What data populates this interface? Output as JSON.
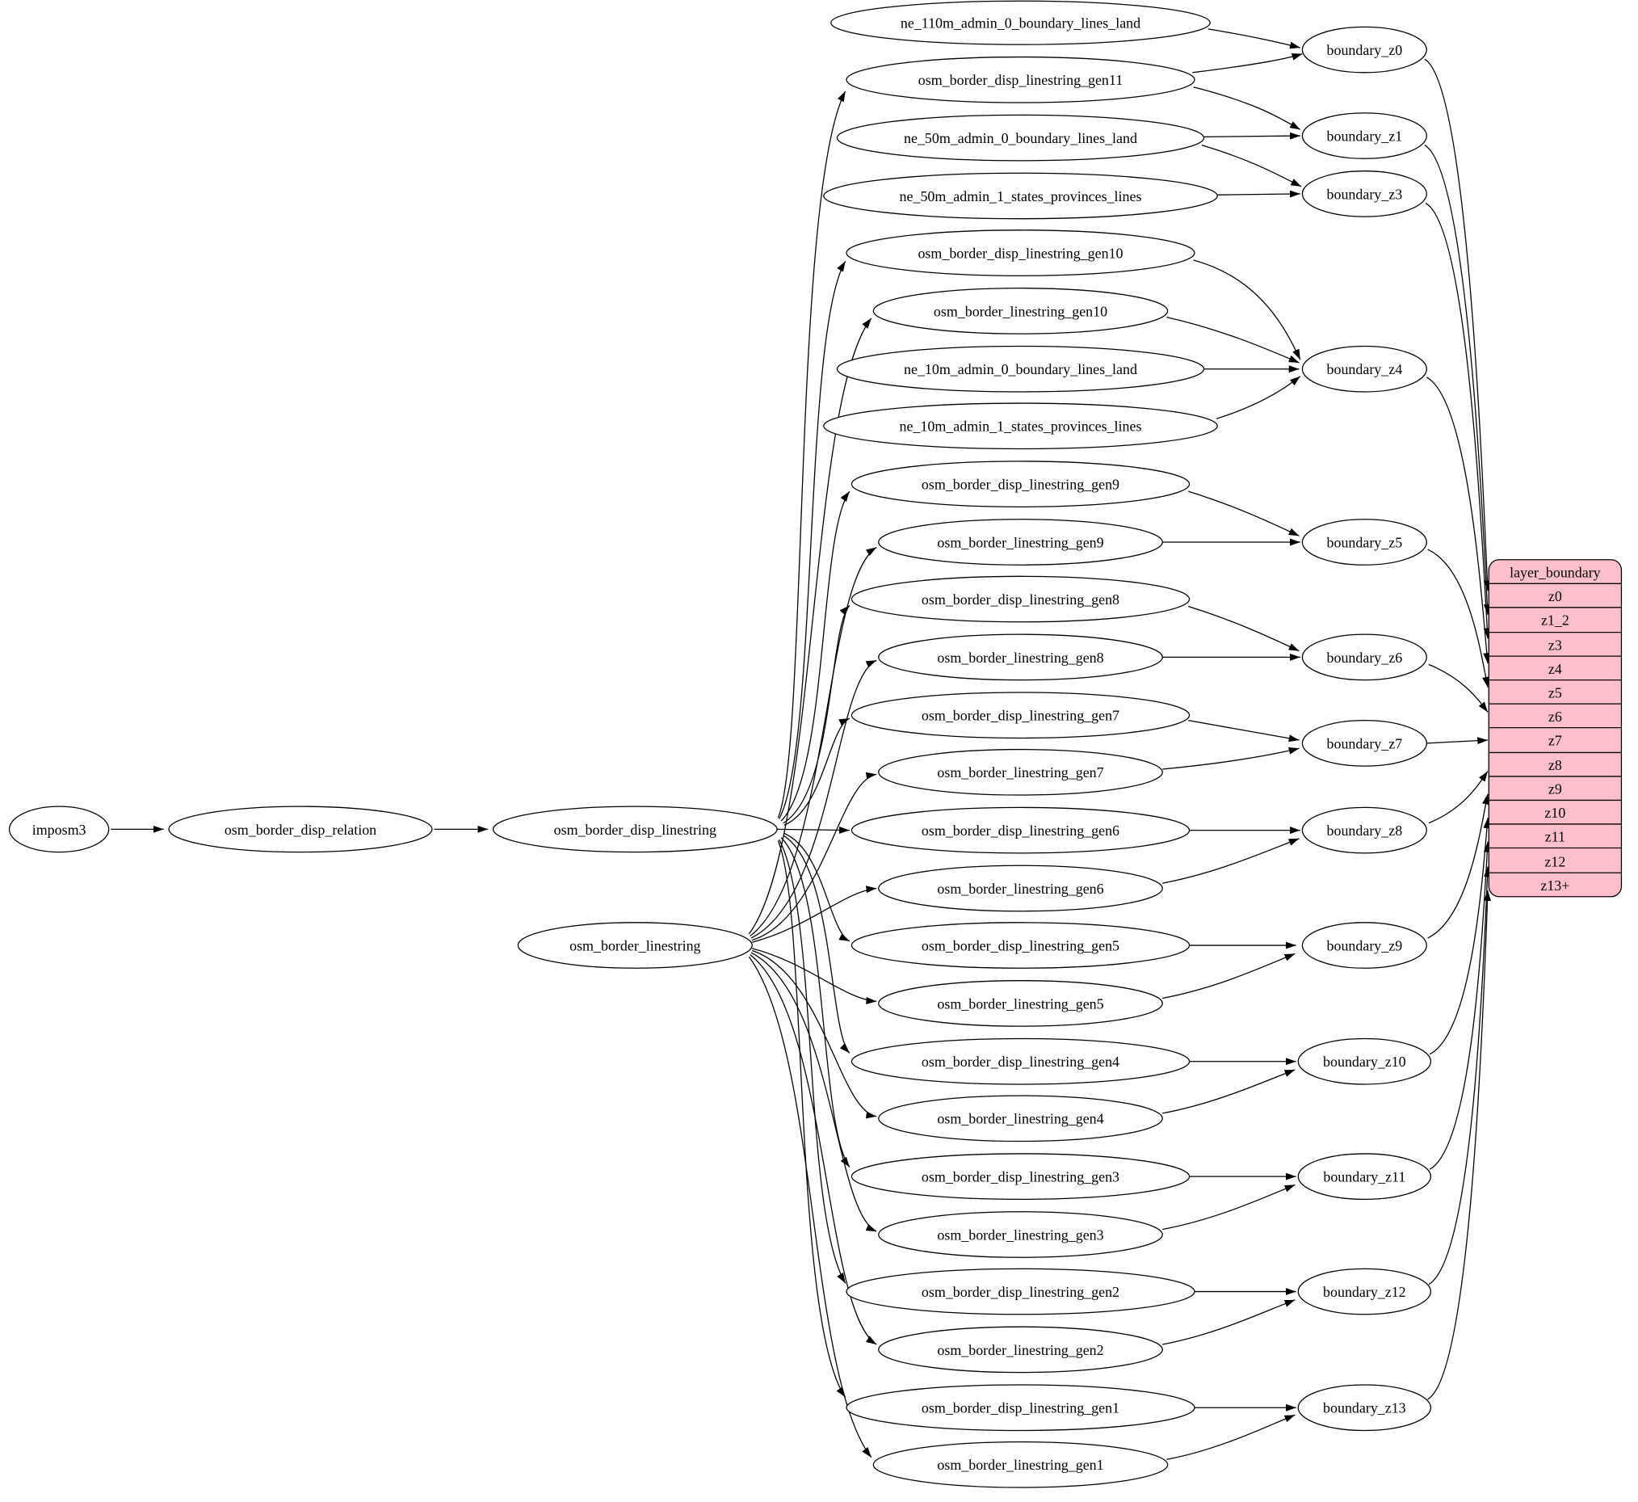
{
  "colors": {
    "background": "#ffffff",
    "node_fill": "#ffffff",
    "edge_color": "#000000",
    "record_fill": "#ffc0cb"
  },
  "nodes": {
    "imposm3": "imposm3",
    "osm_border_disp_relation": "osm_border_disp_relation",
    "osm_border_disp_linestring": "osm_border_disp_linestring",
    "osm_border_linestring": "osm_border_linestring",
    "ne_110m_admin_0_boundary_lines_land": "ne_110m_admin_0_boundary_lines_land",
    "osm_border_disp_linestring_gen11": "osm_border_disp_linestring_gen11",
    "ne_50m_admin_0_boundary_lines_land": "ne_50m_admin_0_boundary_lines_land",
    "ne_50m_admin_1_states_provinces_lines": "ne_50m_admin_1_states_provinces_lines",
    "osm_border_disp_linestring_gen10": "osm_border_disp_linestring_gen10",
    "osm_border_linestring_gen10": "osm_border_linestring_gen10",
    "ne_10m_admin_0_boundary_lines_land": "ne_10m_admin_0_boundary_lines_land",
    "ne_10m_admin_1_states_provinces_lines": "ne_10m_admin_1_states_provinces_lines",
    "osm_border_disp_linestring_gen9": "osm_border_disp_linestring_gen9",
    "osm_border_linestring_gen9": "osm_border_linestring_gen9",
    "osm_border_disp_linestring_gen8": "osm_border_disp_linestring_gen8",
    "osm_border_linestring_gen8": "osm_border_linestring_gen8",
    "osm_border_disp_linestring_gen7": "osm_border_disp_linestring_gen7",
    "osm_border_linestring_gen7": "osm_border_linestring_gen7",
    "osm_border_disp_linestring_gen6": "osm_border_disp_linestring_gen6",
    "osm_border_linestring_gen6": "osm_border_linestring_gen6",
    "osm_border_disp_linestring_gen5": "osm_border_disp_linestring_gen5",
    "osm_border_linestring_gen5": "osm_border_linestring_gen5",
    "osm_border_disp_linestring_gen4": "osm_border_disp_linestring_gen4",
    "osm_border_linestring_gen4": "osm_border_linestring_gen4",
    "osm_border_disp_linestring_gen3": "osm_border_disp_linestring_gen3",
    "osm_border_linestring_gen3": "osm_border_linestring_gen3",
    "osm_border_disp_linestring_gen2": "osm_border_disp_linestring_gen2",
    "osm_border_linestring_gen2": "osm_border_linestring_gen2",
    "osm_border_disp_linestring_gen1": "osm_border_disp_linestring_gen1",
    "osm_border_linestring_gen1": "osm_border_linestring_gen1",
    "boundary_z0": "boundary_z0",
    "boundary_z1": "boundary_z1",
    "boundary_z3": "boundary_z3",
    "boundary_z4": "boundary_z4",
    "boundary_z5": "boundary_z5",
    "boundary_z6": "boundary_z6",
    "boundary_z7": "boundary_z7",
    "boundary_z8": "boundary_z8",
    "boundary_z9": "boundary_z9",
    "boundary_z10": "boundary_z10",
    "boundary_z11": "boundary_z11",
    "boundary_z12": "boundary_z12",
    "boundary_z13": "boundary_z13"
  },
  "record": {
    "title": "layer_boundary",
    "rows": [
      "z0",
      "z1_2",
      "z3",
      "z4",
      "z5",
      "z6",
      "z7",
      "z8",
      "z9",
      "z10",
      "z11",
      "z12",
      "z13+"
    ]
  }
}
